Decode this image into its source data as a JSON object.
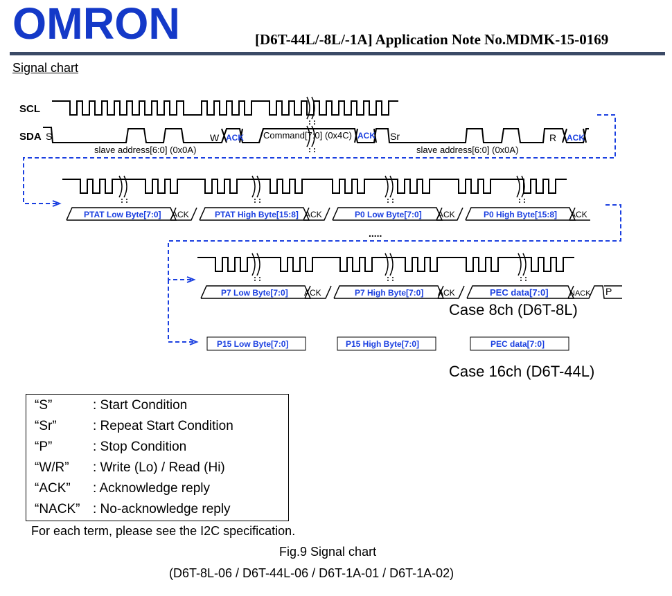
{
  "header": {
    "logo": "OMRON",
    "doc_title": "[D6T-44L/-8L/-1A]  Application  Note  No.MDMK-15-0169"
  },
  "section_title": "Signal chart",
  "diagram": {
    "scl_label": "SCL",
    "sda_label": "SDA",
    "row1": {
      "start": "S",
      "write": "W",
      "ack1": "ACK",
      "command": "Command[7:0]",
      "command_value": "(0x4C)",
      "ack2": "ACK",
      "repeat_start": "Sr",
      "read": "R",
      "ack3": "ACK",
      "slave_addr_1": "slave address[6:0] (0x0A)",
      "slave_addr_2": "slave address[6:0] (0x0A)"
    },
    "row2": {
      "bytes": [
        "PTAT Low Byte[7:0]",
        "PTAT High Byte[15:8]",
        "P0 Low Byte[7:0]",
        "P0 High Byte[15:8]"
      ],
      "ack": "ACK",
      "dots": "....."
    },
    "row3": {
      "bytes": [
        "P7 Low Byte[7:0]",
        "P7 High Byte[7:0]",
        "PEC data[7:0]"
      ],
      "ack": "ACK",
      "nack": "NACK",
      "stop": "P",
      "case_8": "Case 8ch (D6T-8L)"
    },
    "row4": {
      "bytes": [
        "P15 Low Byte[7:0]",
        "P15 High Byte[7:0]",
        "PEC data[7:0]"
      ],
      "case_16": "Case 16ch (D6T-44L)"
    },
    "colors": {
      "line": "#000000",
      "accent_blue": "#1a3fe0",
      "ack_blue": "#1a3fe0"
    }
  },
  "legend": [
    {
      "term": "“S”",
      "desc": ": Start Condition"
    },
    {
      "term": "“Sr”",
      "desc": ": Repeat Start Condition"
    },
    {
      "term": "“P”",
      "desc": ": Stop Condition"
    },
    {
      "term": "“W/R”",
      "desc": ": Write (Lo) / Read (Hi)"
    },
    {
      "term": "“ACK”",
      "desc": ": Acknowledge reply"
    },
    {
      "term": "“NACK”",
      "desc": ": No-acknowledge reply"
    }
  ],
  "note": "For each term, please see the I2C specification.",
  "figure": {
    "caption": "Fig.9 Signal chart",
    "subcaption": "(D6T-8L-06 / D6T-44L-06 / D6T-1A-01 / D6T-1A-02)"
  }
}
